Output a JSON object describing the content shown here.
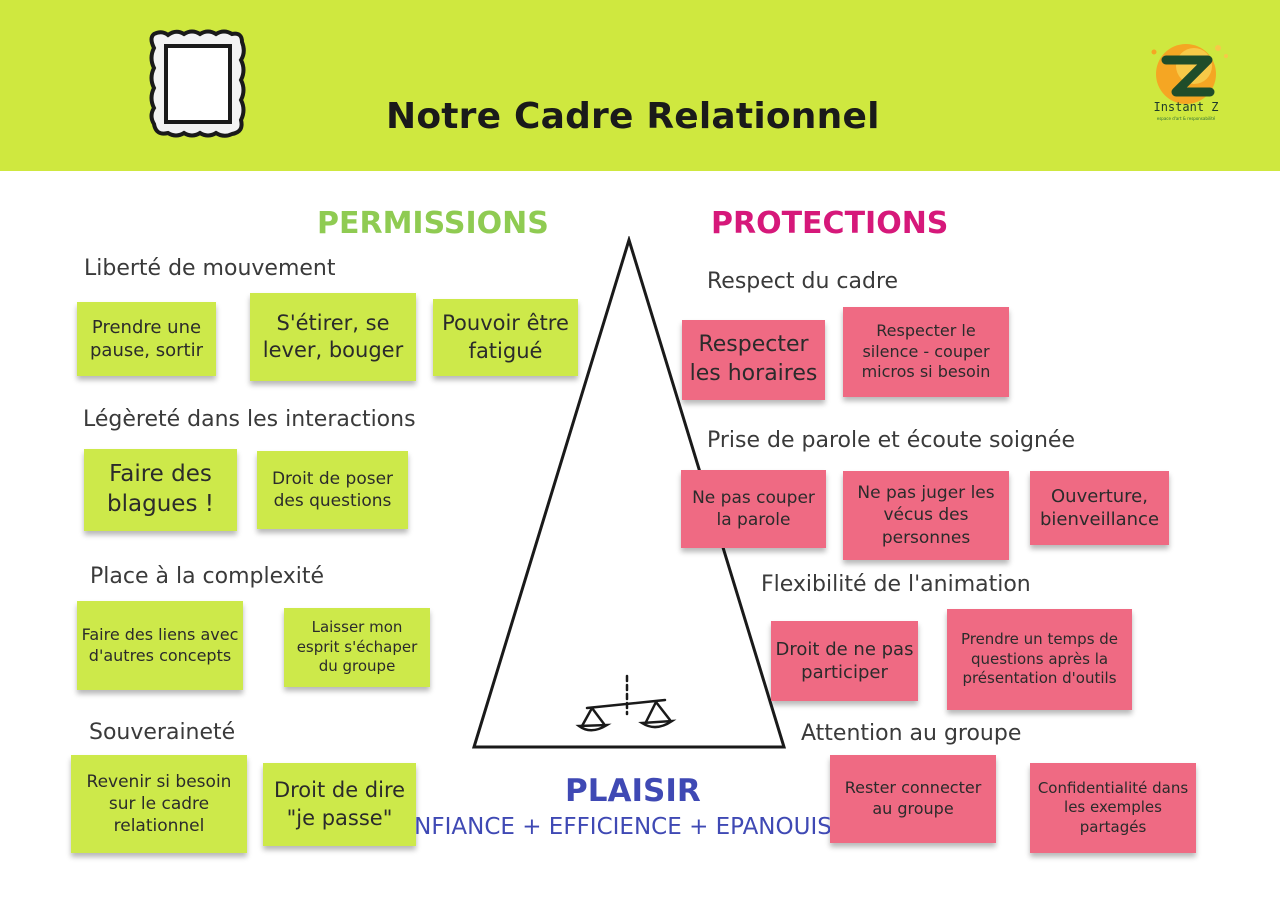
{
  "header": {
    "title": "Notre Cadre Relationnel",
    "background": "#cfe83f",
    "logo": {
      "name": "Instant Z",
      "tagline": "espace d'art & responsabilité",
      "icon": "instant-z-logo"
    },
    "frame_icon": "picture-frame-icon"
  },
  "permissions": {
    "title": "PERMISSIONS",
    "color": "#8fcb52",
    "note_color": "#cde94a",
    "groups": [
      {
        "label": "Liberté de mouvement",
        "notes": [
          "Prendre une pause, sortir",
          "S'étirer, se lever, bouger",
          "Pouvoir être fatigué"
        ]
      },
      {
        "label": "Légèreté dans les interactions",
        "notes": [
          "Faire des blagues !",
          "Droit de poser des questions"
        ]
      },
      {
        "label": "Place à la complexité",
        "notes": [
          "Faire des liens avec d'autres concepts",
          "Laisser mon esprit s'échaper du groupe"
        ]
      },
      {
        "label": "Souveraineté",
        "notes": [
          "Revenir si besoin sur le cadre relationnel",
          "Droit de dire \"je passe\""
        ]
      }
    ]
  },
  "protections": {
    "title": "PROTECTIONS",
    "color": "#d6187a",
    "note_color": "#ef6a83",
    "groups": [
      {
        "label": "Respect du cadre",
        "notes": [
          "Respecter les horaires",
          "Respecter le silence - couper micros si besoin"
        ]
      },
      {
        "label": "Prise de parole et écoute soignée",
        "notes": [
          "Ne pas couper la parole",
          "Ne pas juger les vécus des personnes",
          "Ouverture, bienveillance"
        ]
      },
      {
        "label": "Flexibilité de l'animation",
        "notes": [
          "Droit de ne pas participer",
          "Prendre un temps de questions après la présentation d'outils"
        ]
      },
      {
        "label": "Attention au groupe",
        "notes": [
          "Rester connecter au groupe",
          "Confidentialité dans les exemples partagés"
        ]
      }
    ]
  },
  "center": {
    "label": "PLAISIR",
    "formula": "CONFIANCE + EFFICIENCE + EPANOUISSEMENT",
    "color": "#3f49b4",
    "icon": "balance-scale-icon"
  }
}
